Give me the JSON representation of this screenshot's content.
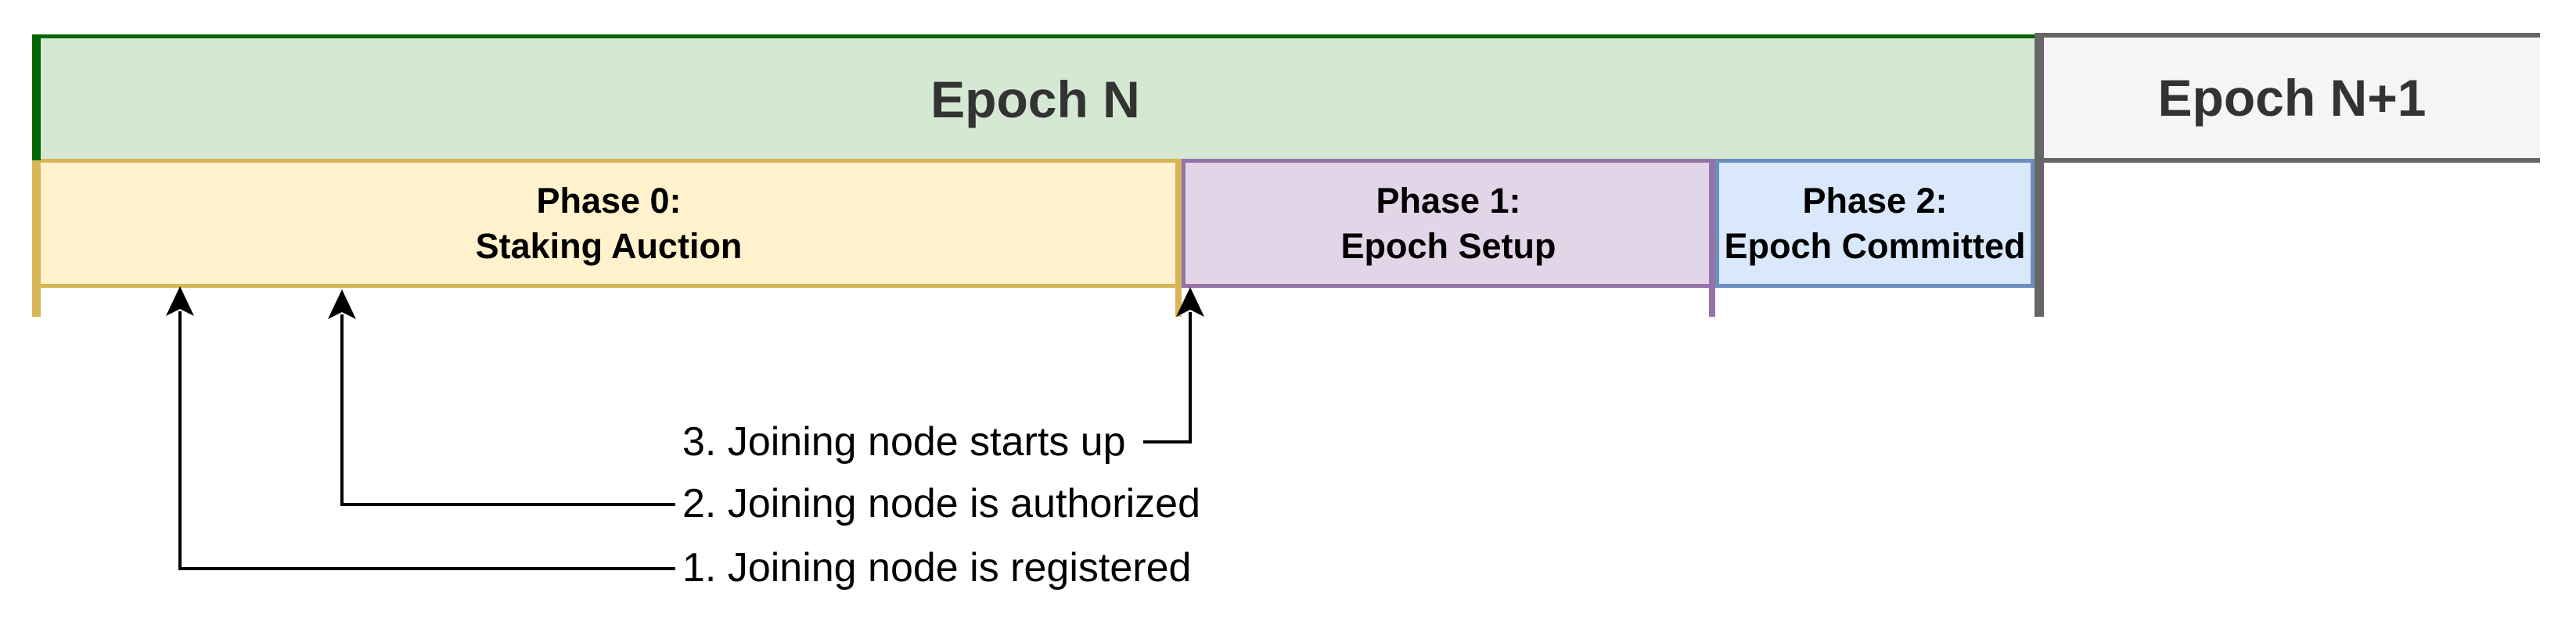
{
  "epochs": [
    {
      "label": "Epoch N"
    },
    {
      "label": "Epoch N+1"
    }
  ],
  "phases": [
    {
      "title": "Phase 0:",
      "subtitle": "Staking Auction"
    },
    {
      "title": "Phase 1:",
      "subtitle": "Epoch Setup"
    },
    {
      "title": "Phase 2:",
      "subtitle": "Epoch Committed"
    }
  ],
  "annotations": [
    {
      "label": "1. Joining node is registered"
    },
    {
      "label": "2. Joining node is authorized"
    },
    {
      "label": "3. Joining node starts up"
    }
  ],
  "colors": {
    "epoch_n_fill": "#d5e8d4",
    "epoch_n_stroke": "#006600",
    "epoch_n1_fill": "#f5f5f5",
    "epoch_n1_stroke": "#666666",
    "phase0_fill": "#fff2cc",
    "phase0_stroke": "#d6b656",
    "phase1_fill": "#e1d5e7",
    "phase1_stroke": "#9673a6",
    "phase2_fill": "#dae8fc",
    "phase2_stroke": "#6c8ebf",
    "divider": "#666666",
    "epoch_title_text": "#333333",
    "phase_title_text": "#000000",
    "annotation_text": "#000000",
    "arrow": "#000000"
  }
}
